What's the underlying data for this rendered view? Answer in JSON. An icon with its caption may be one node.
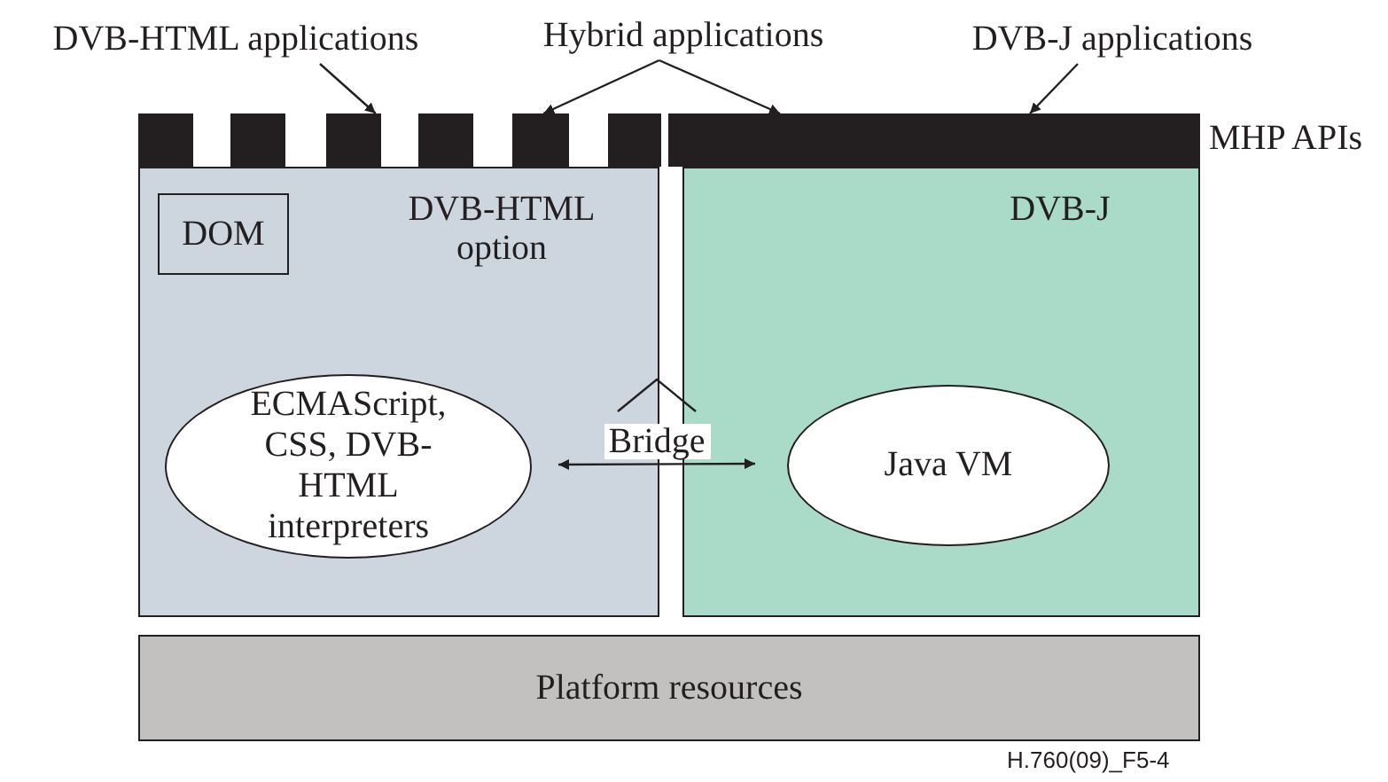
{
  "diagram": {
    "nodes": [
      {
        "text": [
          "DVB-HTML applications"
        ]
      },
      {
        "text": [
          "Hybrid applications"
        ]
      },
      {
        "text": [
          "DVB-J applications"
        ]
      },
      {
        "text": [],
        "shape": "bar"
      },
      {
        "text": [],
        "shape": "bar"
      },
      {
        "text": [],
        "shape": "bar"
      },
      {
        "text": [],
        "shape": "bar"
      },
      {
        "text": [],
        "shape": "bar"
      },
      {
        "text": [],
        "shape": "bar"
      },
      {
        "text": [],
        "shape": "bar"
      },
      {
        "text": [
          "DVB-HTML option"
        ]
      },
      {
        "text": [
          "DOM"
        ],
        "in": 10
      },
      {
        "text": [
          "ECMAScript, CSS, DVB-HTML interpreters"
        ],
        "in": 10
      },
      {
        "text": [
          "DVB-J"
        ]
      },
      {
        "text": [
          "Java VM"
        ],
        "in": 13
      },
      {
        "text": [
          "Platform resources"
        ]
      }
    ],
    "edges": [
      {
        "from": 0,
        "to": 5,
        "arrow": "to"
      },
      {
        "from": 1,
        "to": 7,
        "arrow": "to"
      },
      {
        "from": 1,
        "to": 9,
        "arrow": "to"
      },
      {
        "from": 2,
        "to": 9,
        "arrow": "to"
      },
      {
        "from": 12,
        "to": 14,
        "label": "Bridge",
        "arrow": "both"
      }
    ],
    "labels": [
      "MHP APIs",
      "H.760(09)_F5-4"
    ]
  }
}
